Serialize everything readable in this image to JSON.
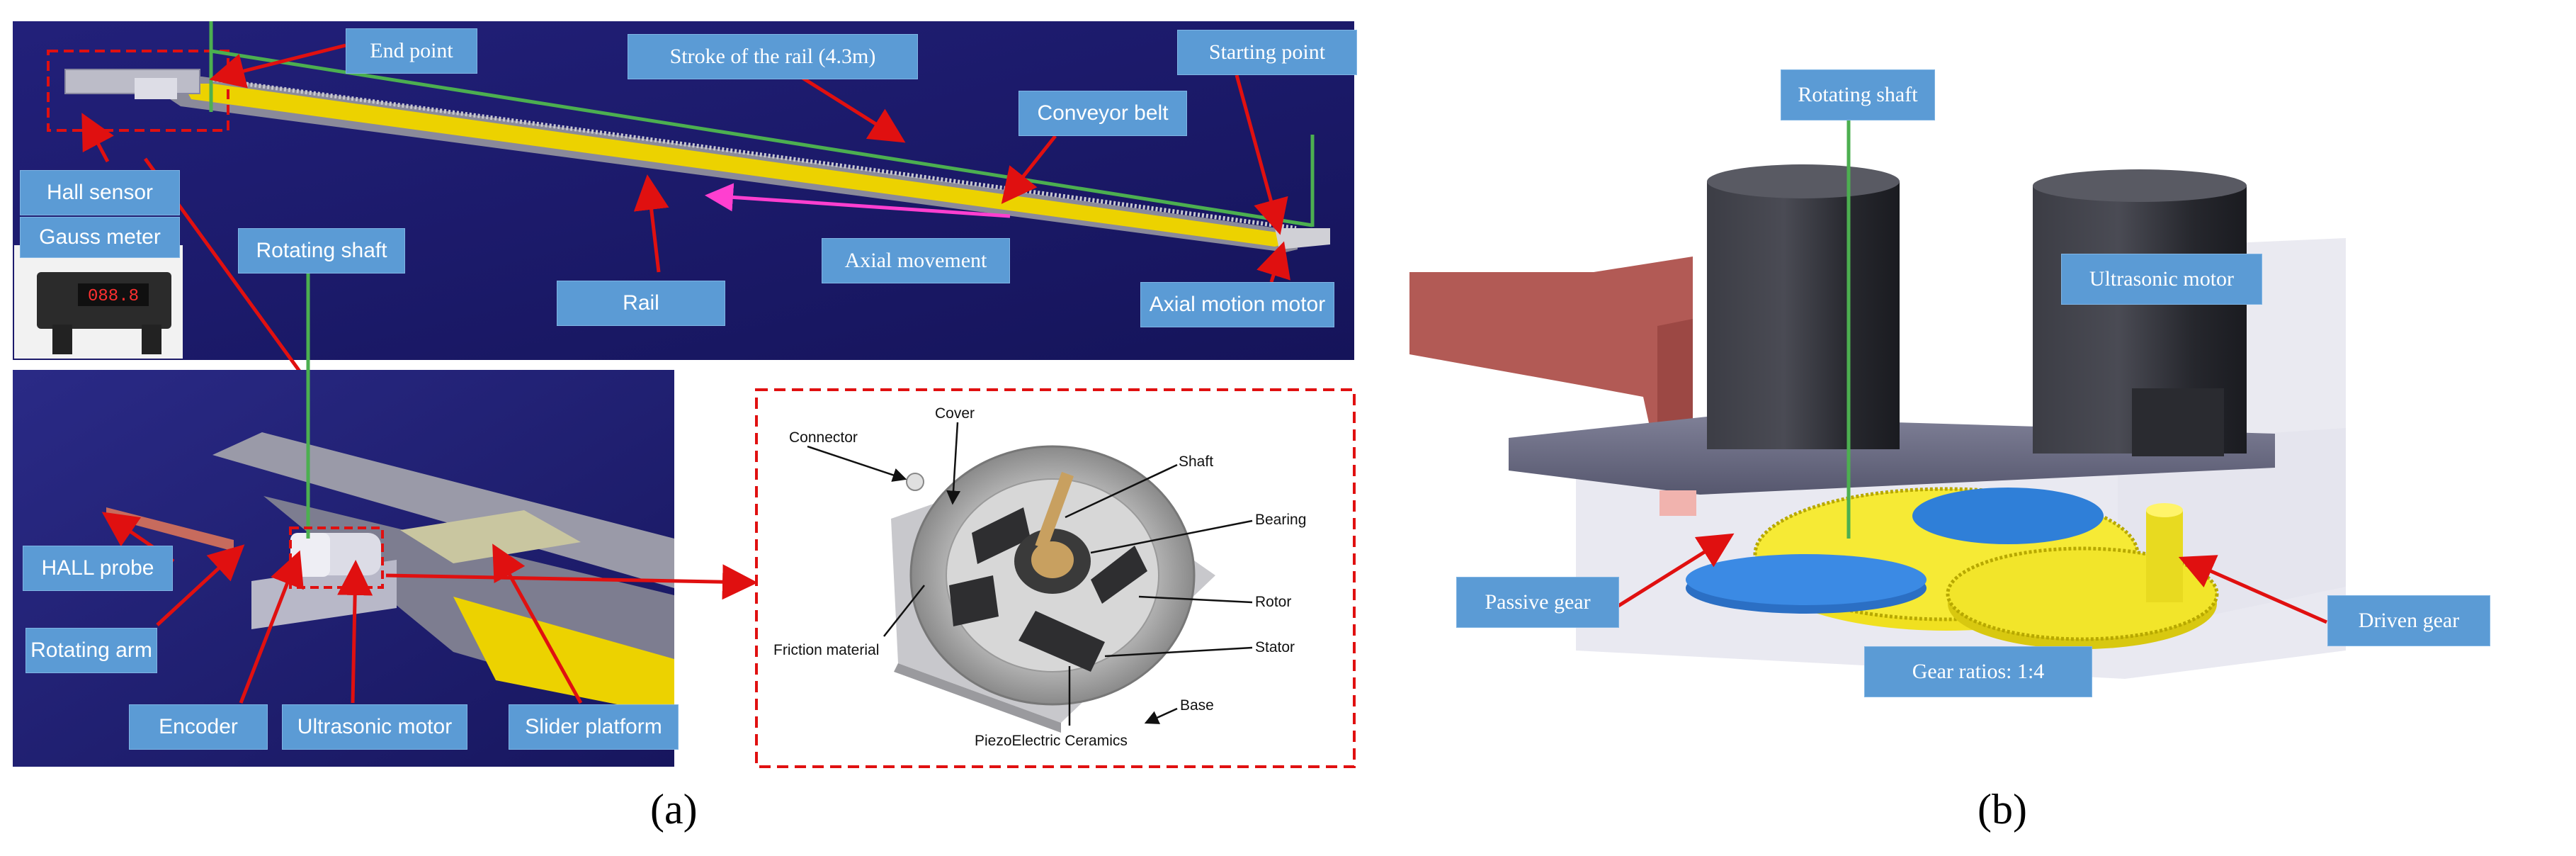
{
  "panel_a": {
    "labels": {
      "end_point": "End point",
      "stroke": "Stroke of the rail (4.3m)",
      "starting_point": "Starting point",
      "conveyor_belt": "Conveyor belt",
      "hall_sensor": "Hall sensor",
      "gauss_meter": "Gauss meter",
      "rotating_shaft": "Rotating shaft",
      "axial_movement": "Axial movement",
      "rail": "Rail",
      "axial_motion_motor": "Axial motion motor",
      "hall_probe": "HALL probe",
      "rotating_arm": "Rotating arm",
      "encoder": "Encoder",
      "ultrasonic_motor": "Ultrasonic motor",
      "slider_platform": "Slider platform"
    },
    "gauss_display": "088.8",
    "inset": {
      "connector": "Connector",
      "cover": "Cover",
      "shaft": "Shaft",
      "bearing": "Bearing",
      "rotor": "Rotor",
      "stator": "Stator",
      "friction_material": "Friction material",
      "base": "Base",
      "piezo": "PiezoElectric Ceramics"
    },
    "caption": "(a)"
  },
  "panel_b": {
    "labels": {
      "rotating_shaft": "Rotating shaft",
      "ultrasonic_motor": "Ultrasonic motor",
      "passive_gear": "Passive gear",
      "driven_gear": "Driven gear",
      "gear_ratios": "Gear ratios: 1:4"
    },
    "caption": "(b)"
  },
  "colors": {
    "background_navy": "#1f1e6e",
    "label_blue": "#5b9bd5",
    "arrow_red": "#e01010",
    "guide_green": "#4caf50",
    "arrow_magenta": "#ff3fd0",
    "rail_yellow": "#ecd200",
    "gear_yellow": "#f0e020",
    "gear_blue": "#2f7fd8",
    "motor_dark": "#2c2d34",
    "arm_red": "#b25a55"
  },
  "icons": [
    "gauss-meter-photo",
    "ultrasonic-motor-exploded-view",
    "gear-train-render"
  ]
}
